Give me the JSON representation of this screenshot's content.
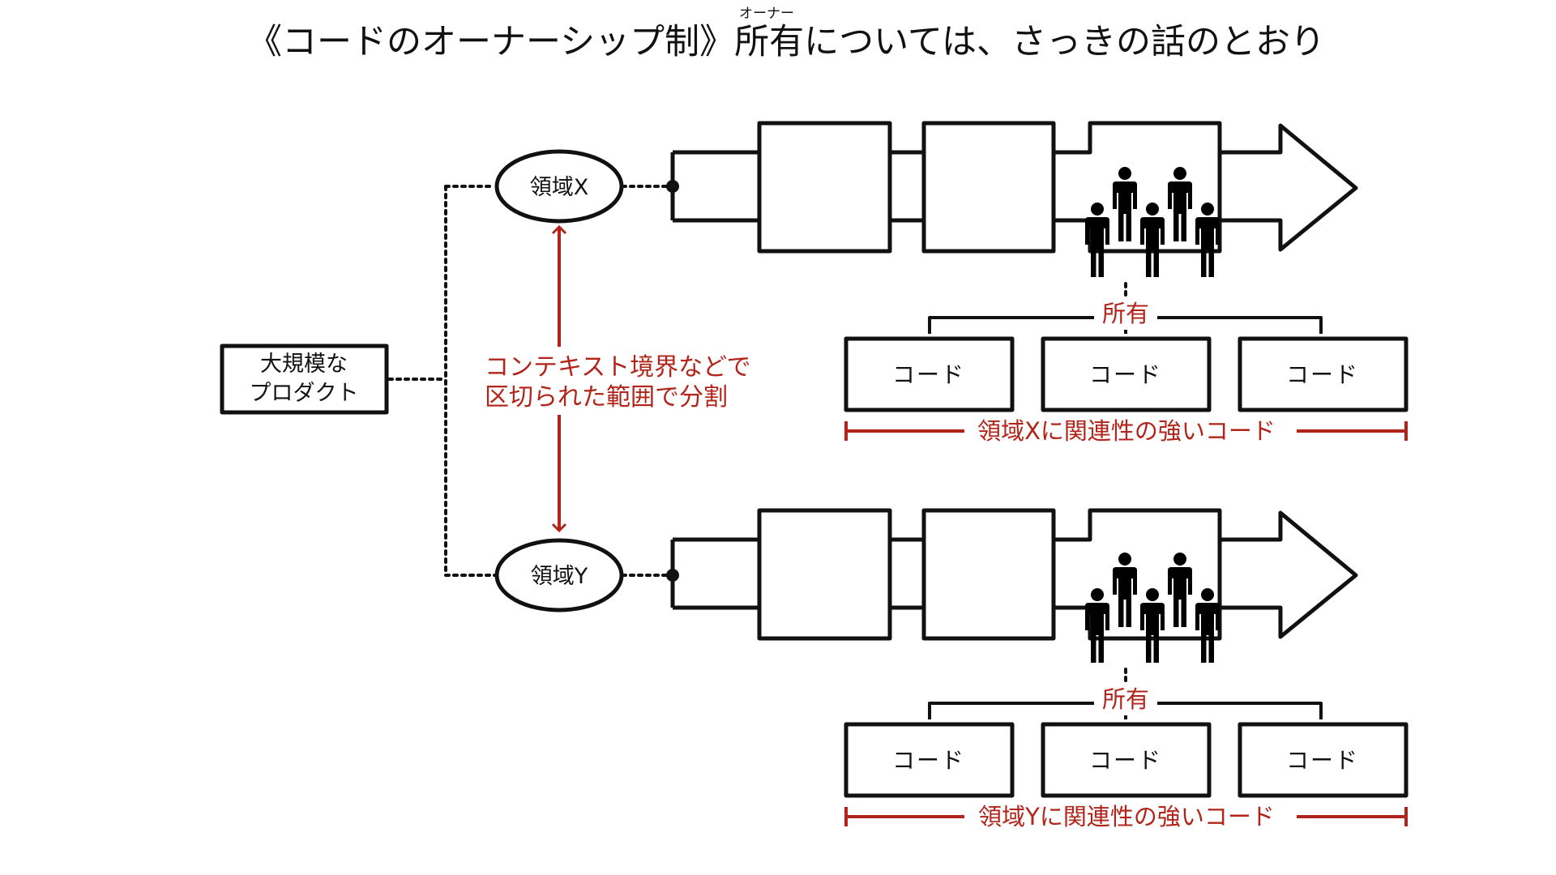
{
  "title": {
    "main": "《コードのオーナーシップ制》所有については、さっきの話のとおり",
    "ruby": "オーナー"
  },
  "product": {
    "line1": "大規模な",
    "line2": "プロダクト"
  },
  "split_note": {
    "line1": "コンテキスト境界などで",
    "line2": "区切られた範囲で分割"
  },
  "domains": [
    {
      "label": "領域X",
      "ownership": "所有",
      "codes": [
        "コード",
        "コード",
        "コード"
      ],
      "related": "領域Xに関連性の強いコード"
    },
    {
      "label": "領域Y",
      "ownership": "所有",
      "codes": [
        "コード",
        "コード",
        "コード"
      ],
      "related": "領域Yに関連性の強いコード"
    }
  ],
  "colors": {
    "accent": "#b2241a",
    "ink": "#111111"
  }
}
